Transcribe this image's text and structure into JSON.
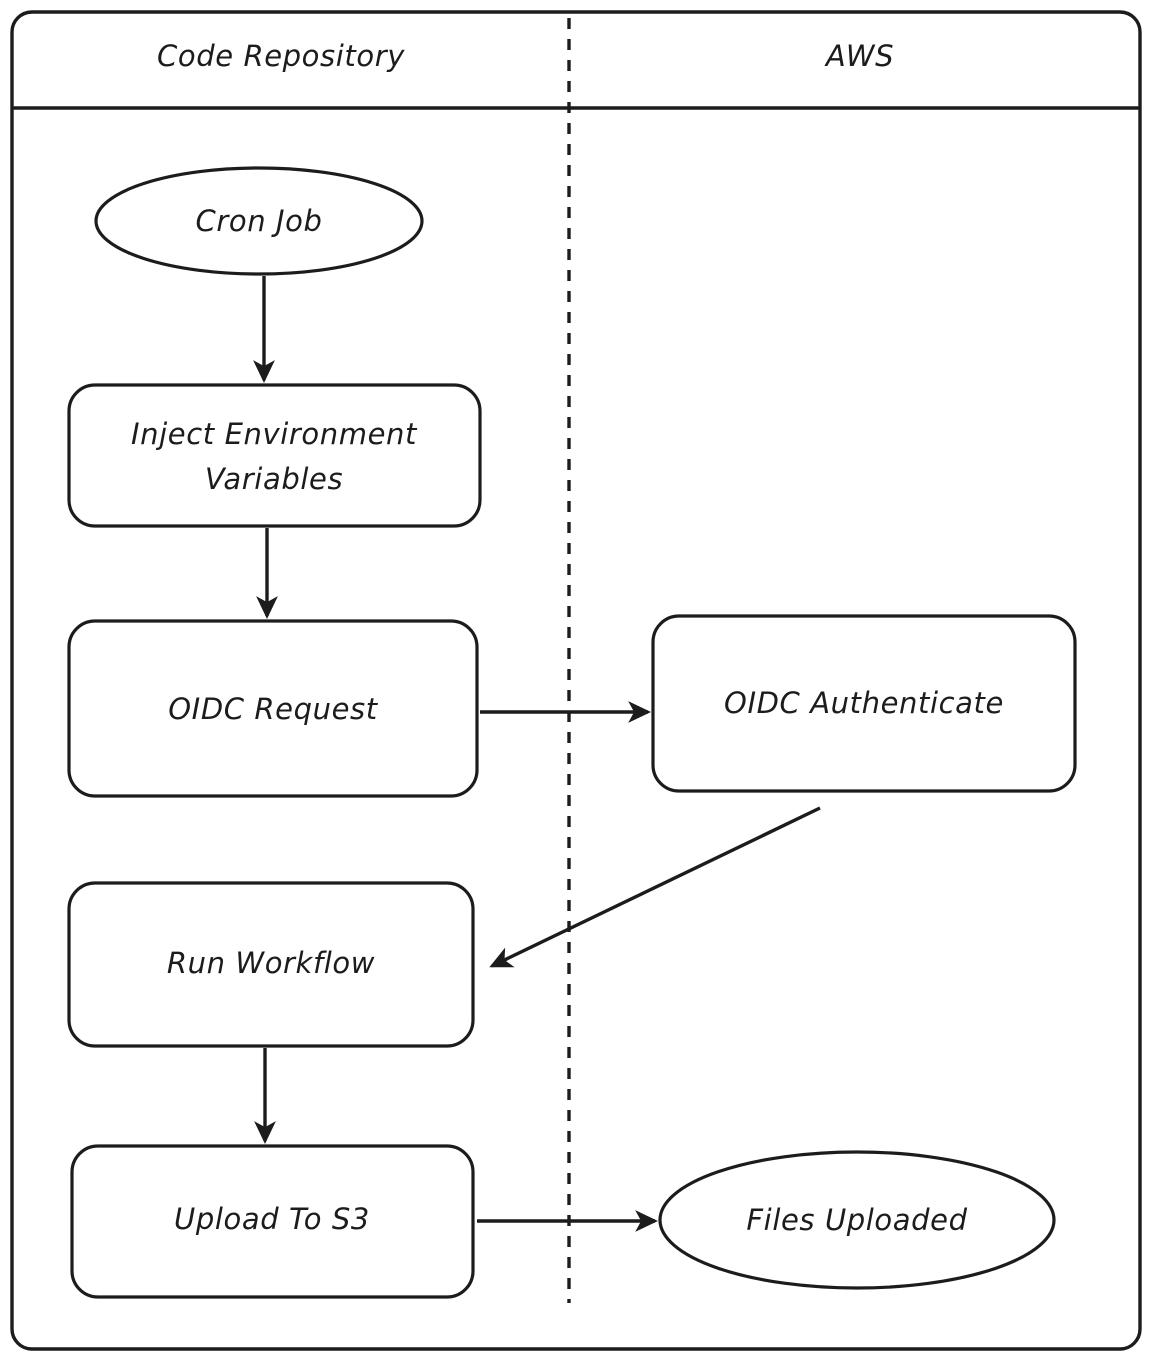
{
  "diagram": {
    "title": "CI/CD OIDC to AWS S3 upload swimlane flowchart",
    "style": "hand-drawn",
    "background_color": "#ffffff",
    "stroke_color": "#1c1c1c",
    "lanes": [
      {
        "id": "code-repository",
        "label": "Code Repository"
      },
      {
        "id": "aws",
        "label": "AWS"
      }
    ],
    "nodes": [
      {
        "id": "cron-job",
        "label": "Cron Job",
        "shape": "ellipse",
        "lane": "code-repository"
      },
      {
        "id": "inject-env",
        "label": "Inject Environment Variables",
        "shape": "rounded-rectangle",
        "lane": "code-repository"
      },
      {
        "id": "oidc-request",
        "label": "OIDC Request",
        "shape": "rounded-rectangle",
        "lane": "code-repository"
      },
      {
        "id": "oidc-authenticate",
        "label": "OIDC Authenticate",
        "shape": "rounded-rectangle",
        "lane": "aws"
      },
      {
        "id": "run-workflow",
        "label": "Run Workflow",
        "shape": "rounded-rectangle",
        "lane": "code-repository"
      },
      {
        "id": "upload-to-s3",
        "label": "Upload To S3",
        "shape": "rounded-rectangle",
        "lane": "code-repository"
      },
      {
        "id": "files-uploaded",
        "label": "Files Uploaded",
        "shape": "ellipse",
        "lane": "aws"
      }
    ],
    "node_labels": {
      "cron_job": "Cron Job",
      "inject_env_line1": "Inject Environment",
      "inject_env_line2": "Variables",
      "oidc_request": "OIDC Request",
      "oidc_authenticate": "OIDC Authenticate",
      "run_workflow": "Run Workflow",
      "upload_to_s3": "Upload To S3",
      "files_uploaded": "Files Uploaded"
    },
    "edges": [
      {
        "id": "e1",
        "from": "cron-job",
        "to": "inject-env",
        "direction": "down",
        "label": ""
      },
      {
        "id": "e2",
        "from": "inject-env",
        "to": "oidc-request",
        "direction": "down",
        "label": ""
      },
      {
        "id": "e3",
        "from": "oidc-request",
        "to": "oidc-authenticate",
        "direction": "right",
        "label": ""
      },
      {
        "id": "e4",
        "from": "oidc-authenticate",
        "to": "run-workflow",
        "direction": "down-left",
        "label": ""
      },
      {
        "id": "e5",
        "from": "run-workflow",
        "to": "upload-to-s3",
        "direction": "down",
        "label": ""
      },
      {
        "id": "e6",
        "from": "upload-to-s3",
        "to": "files-uploaded",
        "direction": "right",
        "label": ""
      }
    ]
  }
}
